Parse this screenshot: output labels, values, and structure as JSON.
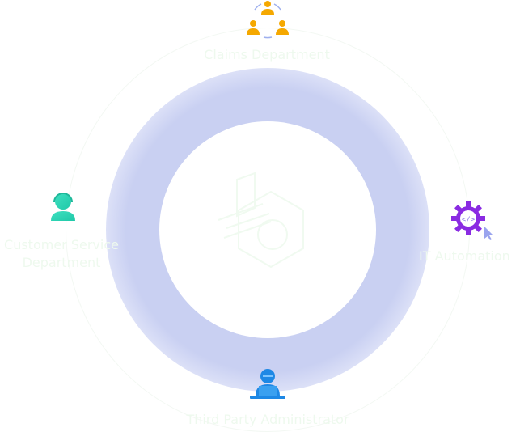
{
  "nodes": {
    "top": {
      "label": "Claims Department",
      "icon": "team-icon"
    },
    "left": {
      "label_line1": "Customer Service",
      "label_line2": "Department",
      "icon": "headset-agent-icon"
    },
    "right": {
      "label": "IT Automation",
      "icon": "code-gear-icon"
    },
    "bottom": {
      "label": "Third Party Administrator",
      "icon": "laptop-user-icon"
    }
  },
  "colors": {
    "label": "#eef9ee",
    "glow": "#c9d0f2",
    "team": "#f5a800",
    "agent": "#2ad6b8",
    "gear": "#8a2be2",
    "admin": "#1e88e5"
  }
}
